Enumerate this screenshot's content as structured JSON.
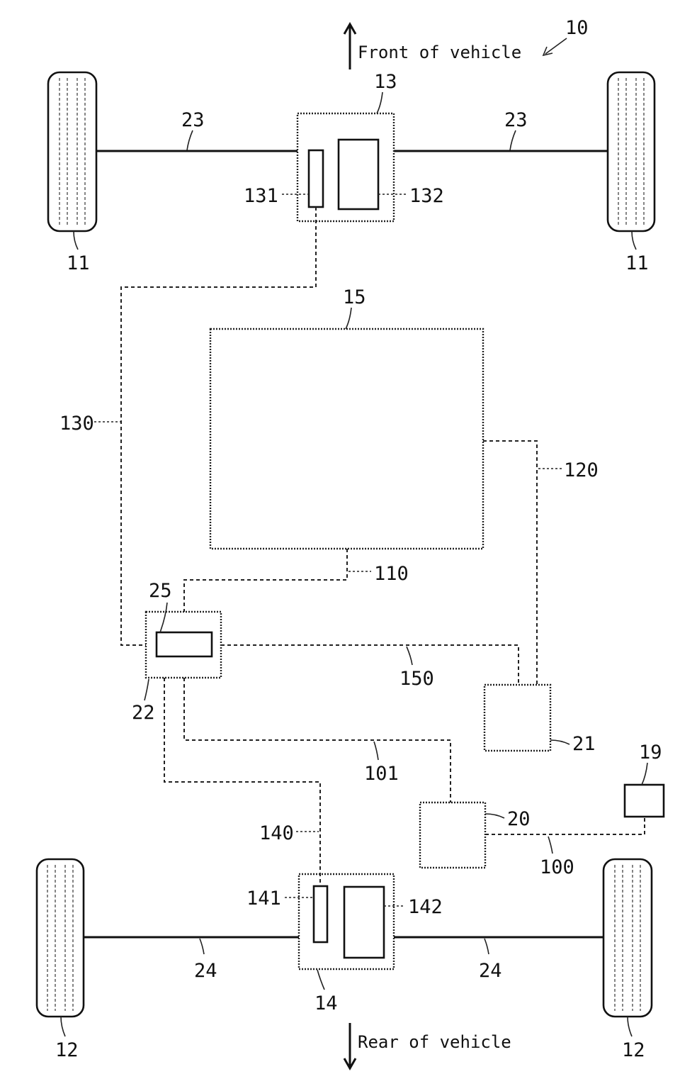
{
  "labels": {
    "front_text": "Front of vehicle",
    "rear_text": "Rear of vehicle",
    "ref_10": "10",
    "wheel_front": "11",
    "wheel_rear": "12",
    "front_unit": "13",
    "rear_unit": "14",
    "central_block": "15",
    "box_19": "19",
    "box_20": "20",
    "box_21": "21",
    "box_22": "22",
    "axle_front": "23",
    "axle_rear": "24",
    "inner_25": "25",
    "line_100": "100",
    "line_101": "101",
    "line_110": "110",
    "line_120": "120",
    "line_130": "130",
    "line_131": "131",
    "line_132": "132",
    "line_140": "140",
    "line_141": "141",
    "line_142": "142",
    "line_150": "150"
  }
}
